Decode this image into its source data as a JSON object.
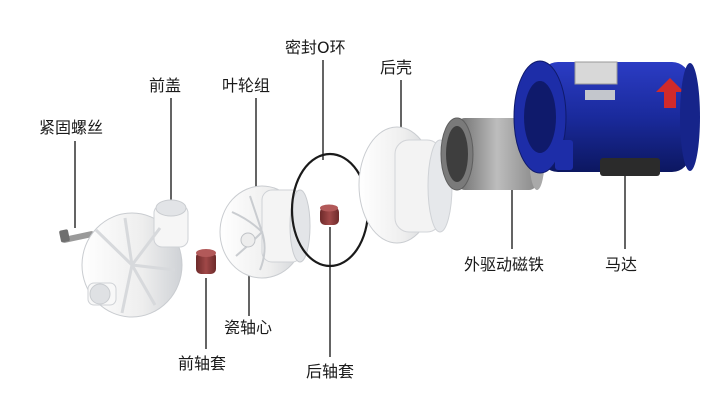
{
  "labels": {
    "screw": "紧固螺丝",
    "front_cover": "前盖",
    "impeller_assembly": "叶轮组",
    "oring": "密封O环",
    "rear_shell": "后壳",
    "external_magnet": "外驱动磁铁",
    "motor": "马达",
    "ceramic_shaft": "瓷轴心",
    "front_bushing": "前轴套",
    "rear_bushing": "后轴套"
  },
  "colors": {
    "leader_line": "#111111",
    "plastic_part": "#f1f1f1",
    "plastic_shadow": "#d4d6d9",
    "bushing": "#8a3a3a",
    "motor_blue": "#1a2a9c",
    "motor_blue_dark": "#0f1a6b",
    "magnet_metal": "#9c9c9c",
    "motor_foot": "#2b2b2b"
  },
  "icons": {
    "screw": "hex-screw-icon",
    "front_cover": "pump-front-cover-icon",
    "impeller": "impeller-icon",
    "oring": "o-ring-icon",
    "rear_shell": "rear-shell-icon",
    "magnet": "magnet-cup-icon",
    "motor": "motor-icon",
    "bushing": "bushing-icon"
  }
}
